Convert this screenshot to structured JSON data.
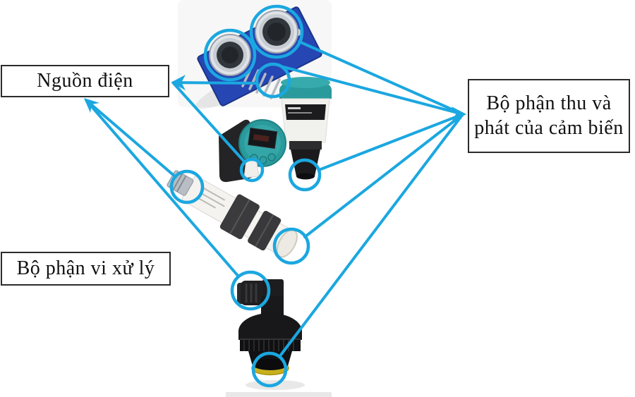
{
  "labels": {
    "power": "Nguồn điện",
    "processor": "Bộ phận vi xử lý",
    "transceiver_line1": "Bộ phận thu và",
    "transceiver_line2": "phát của cảm biến"
  },
  "colors": {
    "callout": "#1BA7E0",
    "pcb_blue": "#2646B4",
    "sensor_teal": "#2A9A9C",
    "ring_yellow": "#C7AF1E",
    "background": "#FFFFFF"
  },
  "sensors": [
    {
      "id": "ultrasonic-module",
      "name": "ultrasonic transceiver module with two transducers and header pins"
    },
    {
      "id": "level-sensor-pair",
      "name": "teal ultrasonic level sensors with display unit"
    },
    {
      "id": "cylindrical-sensor",
      "name": "white cylindrical ultrasonic proximity sensor"
    },
    {
      "id": "threaded-sensor",
      "name": "black threaded ultrasonic sensor with yellow sensing face"
    }
  ]
}
